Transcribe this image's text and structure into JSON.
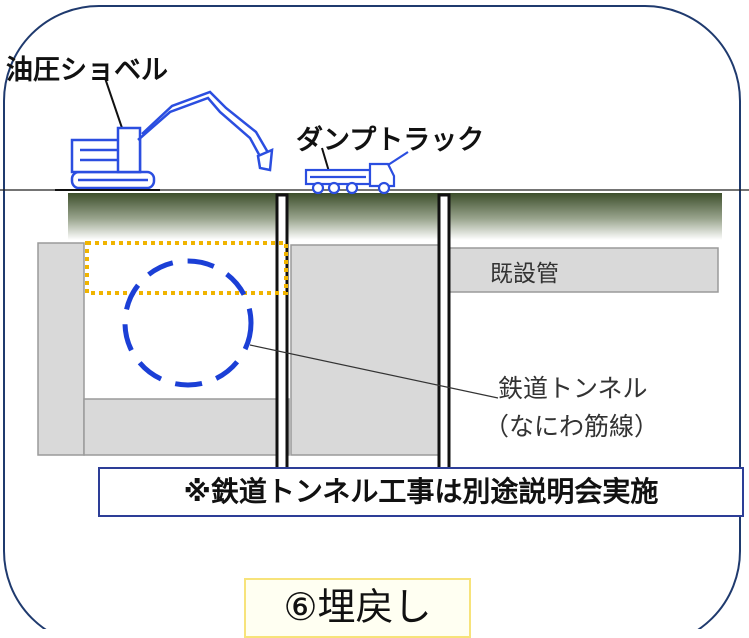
{
  "labels": {
    "excavator": "油圧ショベル",
    "dump_truck": "ダンプトラック",
    "existing_pipe": "既設管",
    "tunnel_line1": "鉄道トンネル",
    "tunnel_line2": "（なにわ筋線）"
  },
  "notice": "※鉄道トンネル工事は別途説明会実施",
  "step": "⑥埋戻し",
  "colors": {
    "frame": "#1f3a6e",
    "ground": "#3d4f2c",
    "concrete": "#d9d9d9",
    "machine": "#2b4ee0",
    "tunnel_outline": "#1b3fd6",
    "excavation_outline": "#f0b400",
    "notice_border": "#2d3e97",
    "step_border": "#f7e37a"
  }
}
